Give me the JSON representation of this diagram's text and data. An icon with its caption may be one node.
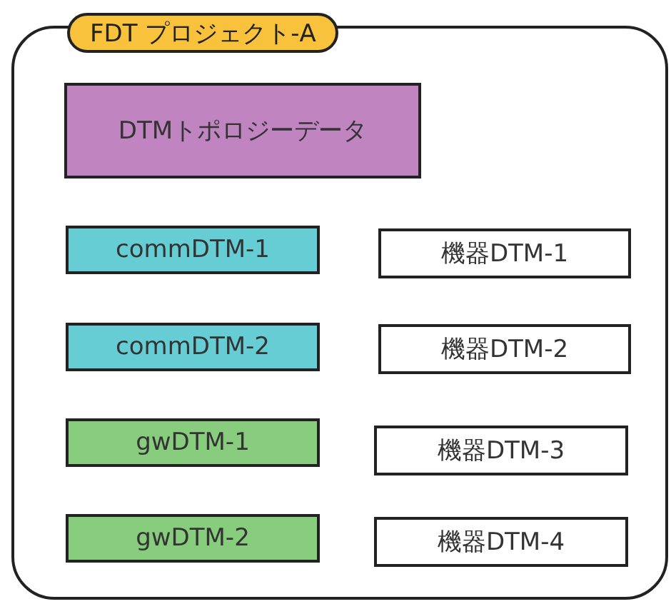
{
  "diagram": {
    "nodes": [
      {
        "text": [
          "FDT プロジェクト-A"
        ]
      },
      {
        "text": [
          "DTMトポロジーデータ"
        ],
        "in": 0
      },
      {
        "text": [
          "commDTM-1"
        ],
        "in": 0
      },
      {
        "text": [
          "機器DTM-1"
        ],
        "in": 0
      },
      {
        "text": [
          "commDTM-2"
        ],
        "in": 0
      },
      {
        "text": [
          "機器DTM-2"
        ],
        "in": 0
      },
      {
        "text": [
          "gwDTM-1"
        ],
        "in": 0
      },
      {
        "text": [
          "機器DTM-3"
        ],
        "in": 0
      },
      {
        "text": [
          "gwDTM-2"
        ],
        "in": 0
      },
      {
        "text": [
          "機器DTM-4"
        ],
        "in": 0
      }
    ]
  }
}
